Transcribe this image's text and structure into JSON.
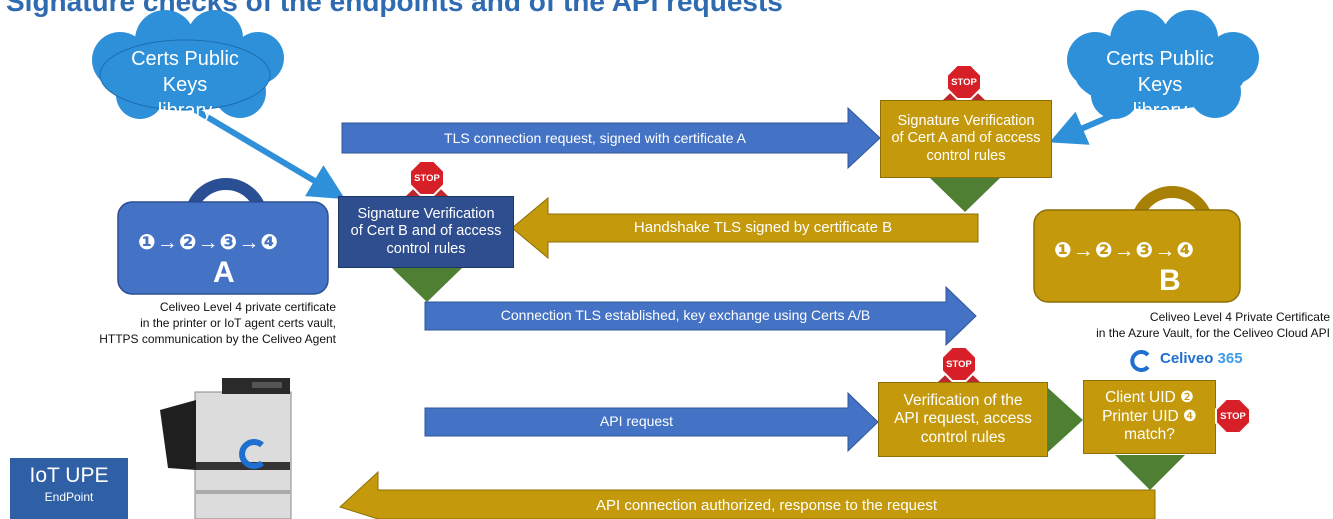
{
  "title": "Signature checks of the endpoints and of the API requests",
  "clouds": {
    "left": {
      "line1": "Certs Public Keys",
      "line2": "library"
    },
    "right": {
      "line1": "Certs Public Keys",
      "line2": "library"
    }
  },
  "arrows": {
    "tls_request": "TLS connection request, signed with certificate A",
    "handshake": "Handshake TLS signed by certificate B",
    "established": "Connection TLS established, key exchange using Certs A/B",
    "api_request": "API request",
    "authorized": "API connection authorized, response to the request"
  },
  "boxes": {
    "verify_a": [
      "Signature Verification",
      "of Cert A and of access",
      "control rules"
    ],
    "verify_b": [
      "Signature Verification",
      "of Cert B and of access",
      "control rules"
    ],
    "verify_api": [
      "Verification of the",
      "API request, access",
      "control rules"
    ],
    "uid_match": [
      "Client UID ❷",
      "Printer UID ❹",
      "match?"
    ]
  },
  "locks": {
    "a": {
      "steps": "❶→❷→❸→❹",
      "letter": "A"
    },
    "b": {
      "steps": "❶→❷→❸→❹",
      "letter": "B"
    }
  },
  "captions": {
    "left": [
      "Celiveo Level 4 private certificate",
      "in the printer or IoT agent certs vault,",
      "HTTPS communication by the Celiveo Agent"
    ],
    "right": [
      "Celiveo Level 4 Private Certificate",
      "in the Azure Vault, for the Celiveo Cloud API"
    ]
  },
  "brand": {
    "name": "Celiveo",
    "suffix": "365"
  },
  "stop_label": "STOP",
  "iot": {
    "title": "IoT UPE",
    "subtitle": "EndPoint"
  },
  "colors": {
    "blue": "#4472C4",
    "gold": "#C49A0C",
    "navy": "#2E4E8F",
    "green": "#4E7F32",
    "cloud": "#2E90D8",
    "stop": "#D61F26"
  }
}
